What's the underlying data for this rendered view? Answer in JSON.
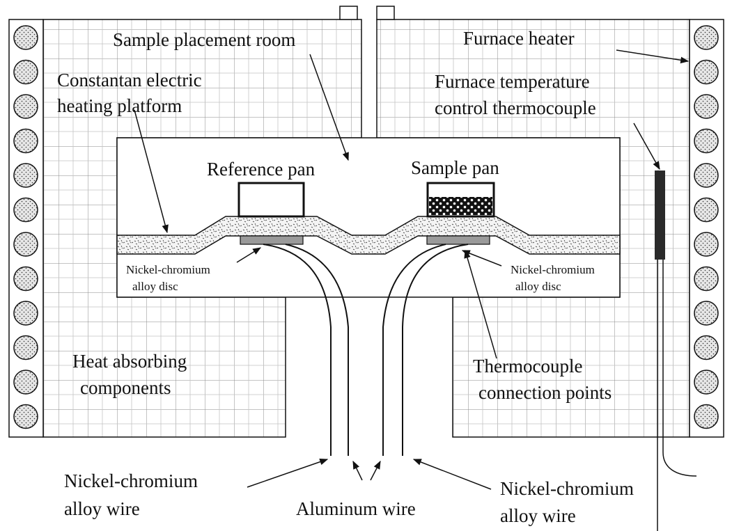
{
  "labels": {
    "sample_room": "Sample placement room",
    "furnace_heater": "Furnace heater",
    "constantan_1": "Constantan electric",
    "constantan_2": "heating platform",
    "furnace_tc_1": "Furnace temperature",
    "furnace_tc_2": "control thermocouple",
    "reference_pan": "Reference pan",
    "sample_pan": "Sample pan",
    "nicr_disc_left_1": "Nickel-chromium",
    "nicr_disc_left_2": "alloy disc",
    "nicr_disc_right_1": "Nickel-chromium",
    "nicr_disc_right_2": "alloy disc",
    "heat_absorb_1": "Heat absorbing",
    "heat_absorb_2": "components",
    "tc_points_1": "Thermocouple",
    "tc_points_2": "connection points",
    "nicr_wire_left_1": "Nickel-chromium",
    "nicr_wire_left_2": "alloy wire",
    "aluminum_wire": "Aluminum wire",
    "nicr_wire_right_1": "Nickel-chromium",
    "nicr_wire_right_2": "alloy wire"
  },
  "colors": {
    "line": "#111111",
    "grid": "#8a8a8a",
    "pan_disc": "#9a9a9a",
    "thermocouple": "#2a2a2a"
  }
}
